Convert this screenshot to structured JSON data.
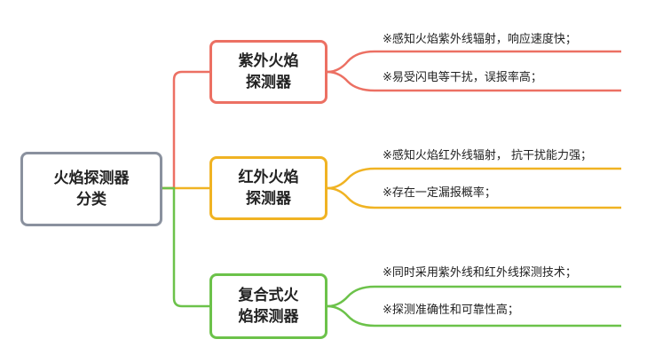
{
  "root": {
    "lines": [
      "火焰探测器",
      "分类"
    ],
    "color": "#8a919e"
  },
  "branches": [
    {
      "lines": [
        "紫外火焰",
        "探测器"
      ],
      "color": "#ec7063",
      "leaves": [
        "※感知火焰紫外线辐射，响应速度快；",
        "※易受闪电等干扰，误报率高；"
      ]
    },
    {
      "lines": [
        "红外火焰",
        "探测器"
      ],
      "color": "#f0b323",
      "leaves": [
        "※感知火焰红外线辐射， 抗干扰能力强；",
        "※存在一定漏报概率；"
      ]
    },
    {
      "lines": [
        "复合式火",
        "焰探测器"
      ],
      "color": "#6cc24a",
      "leaves": [
        "※同时采用紫外线和红外线探测技术；",
        "※探测准确性和可靠性高；"
      ]
    }
  ]
}
